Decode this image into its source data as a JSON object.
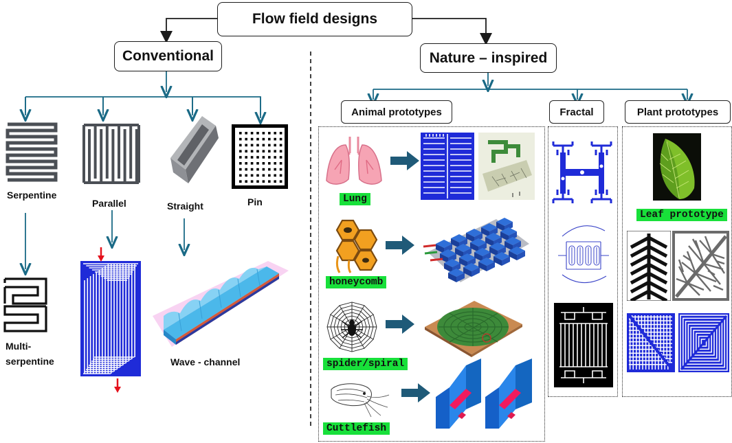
{
  "title": "Flow field designs",
  "conventional": {
    "label": "Conventional",
    "items": [
      "Serpentine",
      "Parallel",
      "Straight",
      "Pin"
    ],
    "lower": [
      "Multi-\nserpentine",
      "Wave - channel"
    ]
  },
  "nature": {
    "label": "Nature – inspired",
    "groups": [
      "Animal prototypes",
      "Fractal",
      "Plant prototypes"
    ],
    "animals": [
      "Lung",
      "honeycomb",
      "spider/spiral",
      "Cuttlefish"
    ],
    "plant": [
      "Leaf prototype"
    ]
  },
  "colors": {
    "arrow": "#1a6a86",
    "blue": "#1f2bd8",
    "green_label": "#18e03a",
    "red": "#e4111c"
  }
}
